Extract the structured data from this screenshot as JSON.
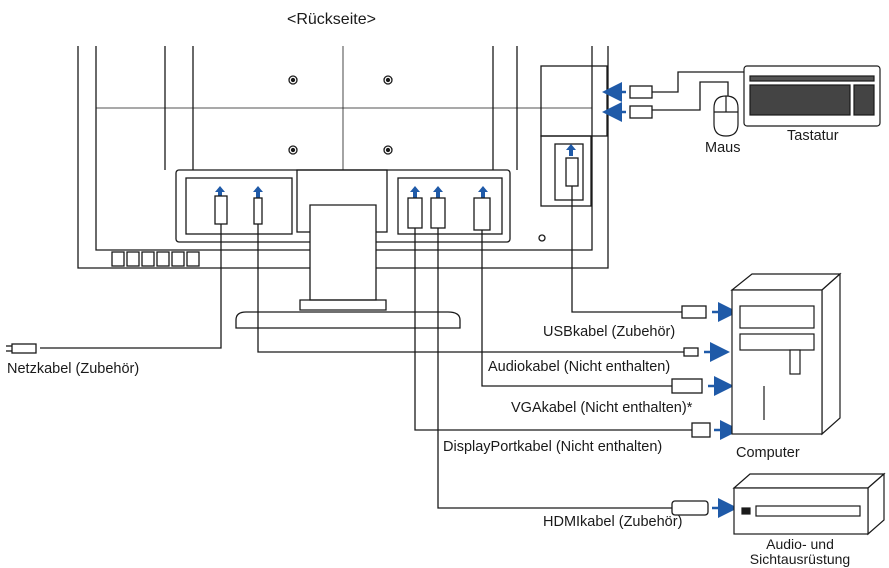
{
  "header": {
    "title": "<Rückseite>"
  },
  "labels": {
    "mouse": "Maus",
    "keyboard": "Tastatur",
    "computer": "Computer",
    "av_equipment_line1": "Audio- und",
    "av_equipment_line2": "Sichtausrüstung",
    "power_cable": "Netzkabel (Zubehör)",
    "usb_cable": "USBkabel (Zubehör)",
    "audio_cable": "Audiokabel (Nicht enthalten)",
    "vga_cable": "VGAkabel (Nicht enthalten)*",
    "displayport_cable": "DisplayPortkabel (Nicht enthalten)",
    "hdmi_cable": "HDMIkabel (Zubehör)"
  },
  "colors": {
    "line": "#1a1a1a",
    "arrow": "#1f5aa8",
    "background": "#ffffff"
  }
}
